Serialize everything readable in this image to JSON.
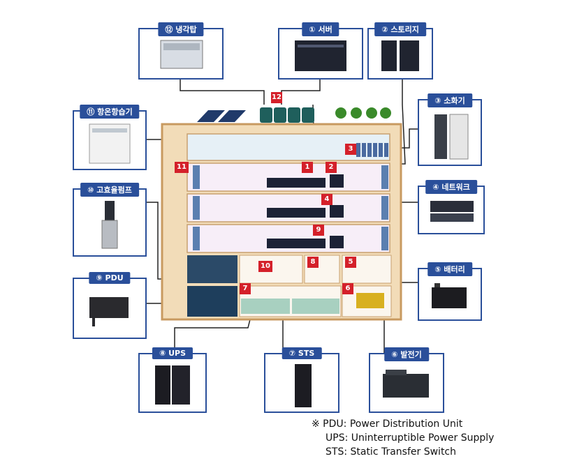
{
  "equipment": {
    "cooling_tower": "⑫ 냉각탑",
    "server": "① 서버",
    "storage": "② 스토리지",
    "extinguisher": "③ 소화기",
    "humidifier": "⑪ 항온항습기",
    "network": "④ 네트워크",
    "booster_pump": "⑩ 고효율펌프",
    "battery": "⑤ 배터리",
    "pdu": "⑨ PDU",
    "generator": "⑥ 발전기",
    "ups": "⑧ UPS",
    "sts": "⑦ STS"
  },
  "markers": [
    "1",
    "2",
    "3",
    "4",
    "5",
    "6",
    "7",
    "8",
    "9",
    "10",
    "11",
    "12"
  ],
  "notes": {
    "line1": "※ PDU: Power Distribution Unit",
    "line2": "UPS: Uninterruptible Power Supply",
    "line3": "STS: Static Transfer Switch"
  },
  "colors": {
    "card_border": "#2a4f9a",
    "marker": "#d4202a",
    "building_frame": "#e8c898",
    "room_fill": "#f7eef8"
  }
}
